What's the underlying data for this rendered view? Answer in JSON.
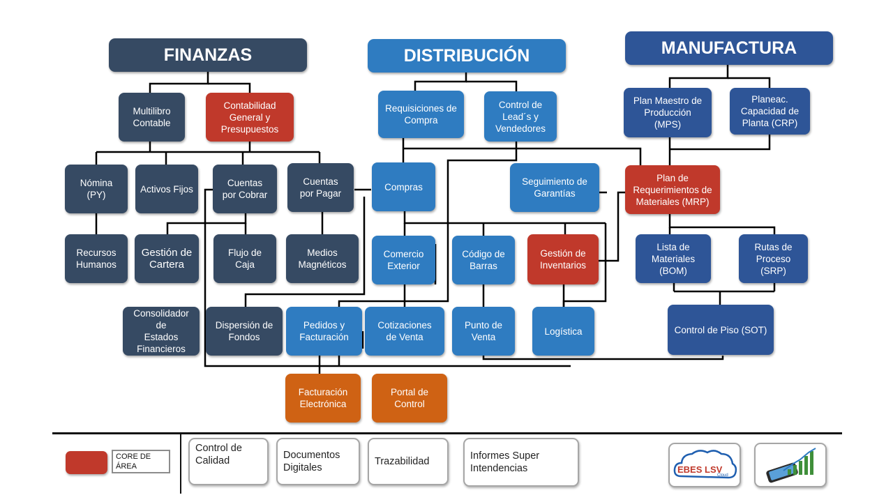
{
  "headers": {
    "finanzas": "FINANZAS",
    "distribucion": "DISTRIBUCIÓN",
    "manufactura": "MANUFACTURA"
  },
  "finanzas": {
    "multilibro": "Multilibro\nContable",
    "contabilidad": "Contabilidad\nGeneral y\nPresupuestos",
    "nomina": "Nómina\n(PY)",
    "activos": "Activos Fijos",
    "cobrar": "Cuentas\npor Cobrar",
    "pagar": "Cuentas\npor Pagar",
    "rrhh": "Recursos\nHumanos",
    "cartera": "Gestión de\nCartera",
    "flujo": "Flujo de\nCaja",
    "medios": "Medios\nMagnéticos",
    "consolidador": "Consolidador\nde\nEstados\nFinancieros",
    "dispersion": "Dispersión de\nFondos"
  },
  "distribucion": {
    "requisiciones": "Requisiciones de\nCompra",
    "leads": "Control de\nLead´s y\nVendedores",
    "compras": "Compras",
    "garantias": "Seguimiento de\nGarantías",
    "comercio": "Comercio\nExterior",
    "barras": "Código de\nBarras",
    "inventarios": "Gestión de\nInventarios",
    "pedidos": "Pedidos y\nFacturación",
    "cotizaciones": "Cotizaciones\nde Venta",
    "punto": "Punto de\nVenta",
    "logistica": "Logística",
    "facturacion": "Facturación\nElectrónica",
    "portal": "Portal de\nControl"
  },
  "manufactura": {
    "mps": "Plan Maestro de\nProducción\n(MPS)",
    "crp": "Planeac.\nCapacidad de\nPlanta (CRP)",
    "mrp": "Plan de\nRequerimientos de\nMateriales (MRP)",
    "bom": "Lista de\nMateriales\n(BOM)",
    "srp": "Rutas de\nProceso\n(SRP)",
    "sot": "Control de Piso  (SOT)"
  },
  "footer": {
    "legend": "CORE DE\nÁREA",
    "calidad": "Control de\nCalidad",
    "documentos": "Documentos\nDigitales",
    "trazabilidad": "Trazabilidad",
    "informes": "Informes Super\nIntendencias",
    "logo_text": "EBES LSV",
    "logo_sub": "Cloud"
  },
  "colors": {
    "finanzas": "#364a63",
    "distribucion": "#2f7cc1",
    "manufactura": "#2e5597",
    "core": "#c0392b",
    "extension": "#cf6214"
  },
  "icons": [
    "cloud-logo-icon",
    "smartphone-chart-icon"
  ]
}
